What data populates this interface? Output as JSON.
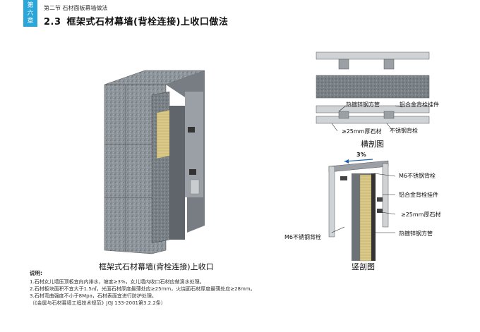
{
  "chapter_tab": "第\n六\n章",
  "section": "第二节  石材面板幕墙做法",
  "title_num": "2.3",
  "title_text": "框架式石材幕墙(背栓连接)上收口做法",
  "captions": {
    "main": "框架式石材幕墙(背栓连接)上收口",
    "horizontal": "横剖图",
    "vertical": "竖剖图"
  },
  "horizontal_labels": {
    "steel_tube": "热镀锌钢方管",
    "alloy_hanger": "铝合金背栓挂件",
    "stone": "≥25mm厚石材",
    "ss_anchor": "不锈钢背栓"
  },
  "vertical_labels": {
    "slope": "3%",
    "m6_top": "M6不锈钢背栓",
    "alloy_hanger": "铝合金背栓挂件",
    "stone": "≥25mm厚石材",
    "m6_left": "M6不锈钢背栓",
    "steel_tube": "热镀锌钢方管"
  },
  "notes": {
    "heading": "说明:",
    "lines": [
      "1.石材女儿墙压顶板宜向内排水，坡度≥3%，女儿墙内收口石材应做滴水处理。",
      "2.石材板块面积不宜大于1.5㎡，光面石材厚度最薄处应≥25mm，火烧面石材厚度最薄处应≥28mm。",
      "3.石材弯曲强度不小于8Mpa，石材表面宜进行防护处理。",
      "（《金属与石材幕墙工程技术规范》JGJ 133-2001第3.2.2条）"
    ]
  }
}
